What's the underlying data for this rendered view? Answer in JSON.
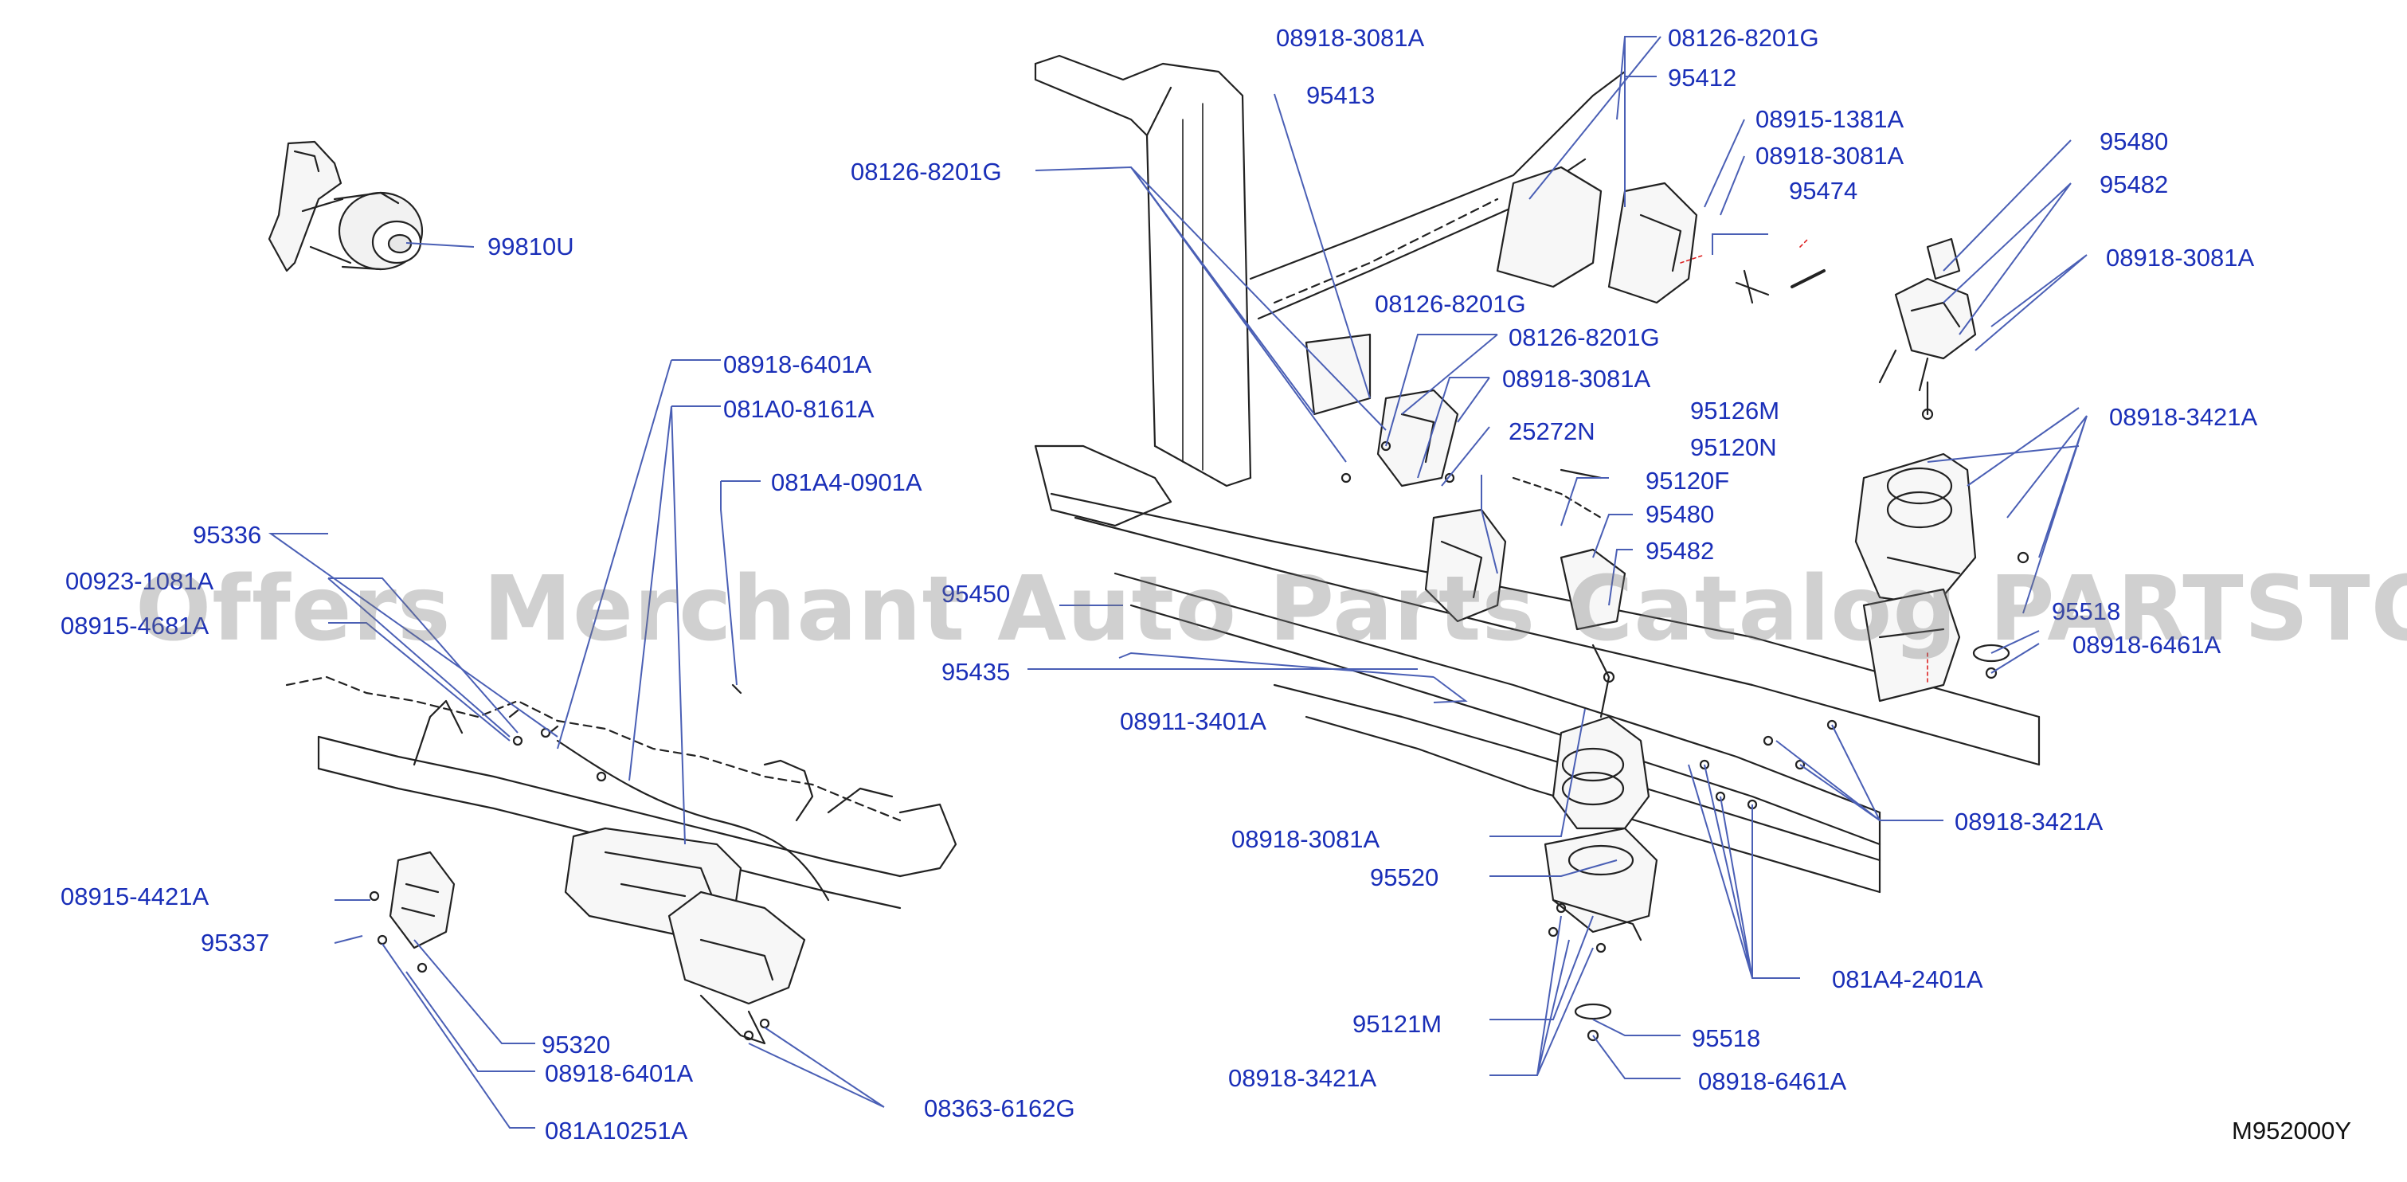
{
  "diagram_code": "M952000Y",
  "watermark": "Offers Merchant Auto Parts Catalog PARTSTORE.SA",
  "colors": {
    "label": "#1a2fb8",
    "leader": "#4a5fb5",
    "drawing": "#222222"
  },
  "labels": [
    {
      "id": "99810U",
      "text": "99810U"
    },
    {
      "id": "08918-6401A-top",
      "text": "08918-6401A"
    },
    {
      "id": "081A0-8161A",
      "text": "081A0-8161A"
    },
    {
      "id": "081A4-0901A",
      "text": "081A4-0901A"
    },
    {
      "id": "95336",
      "text": "95336"
    },
    {
      "id": "00923-1081A",
      "text": "00923-1081A"
    },
    {
      "id": "08915-4681A",
      "text": "08915-4681A"
    },
    {
      "id": "08915-4421A",
      "text": "08915-4421A"
    },
    {
      "id": "95337",
      "text": "95337"
    },
    {
      "id": "95320",
      "text": "95320"
    },
    {
      "id": "08918-6401A-bottom",
      "text": "08918-6401A"
    },
    {
      "id": "081A10251A",
      "text": "081A10251A"
    },
    {
      "id": "08363-6162G",
      "text": "08363-6162G"
    },
    {
      "id": "08918-3081A-top",
      "text": "08918-3081A"
    },
    {
      "id": "95413",
      "text": "95413"
    },
    {
      "id": "08126-8201G-left",
      "text": "08126-8201G"
    },
    {
      "id": "08126-8201G-top",
      "text": "08126-8201G"
    },
    {
      "id": "95412",
      "text": "95412"
    },
    {
      "id": "08915-1381A",
      "text": "08915-1381A"
    },
    {
      "id": "08918-3081A-mid",
      "text": "08918-3081A"
    },
    {
      "id": "95474",
      "text": "95474"
    },
    {
      "id": "08126-8201G-c1",
      "text": "08126-8201G"
    },
    {
      "id": "08126-8201G-c2",
      "text": "08126-8201G"
    },
    {
      "id": "08918-3081A-c",
      "text": "08918-3081A"
    },
    {
      "id": "25272N",
      "text": "25272N"
    },
    {
      "id": "95120F",
      "text": "95120F"
    },
    {
      "id": "95480-c",
      "text": "95480"
    },
    {
      "id": "95482-c",
      "text": "95482"
    },
    {
      "id": "95450",
      "text": "95450"
    },
    {
      "id": "95435",
      "text": "95435"
    },
    {
      "id": "08911-3401A",
      "text": "08911-3401A"
    },
    {
      "id": "95480-r",
      "text": "95480"
    },
    {
      "id": "95482-r",
      "text": "95482"
    },
    {
      "id": "08918-3081A-r",
      "text": "08918-3081A"
    },
    {
      "id": "95126M",
      "text": "95126M"
    },
    {
      "id": "95120N",
      "text": "95120N"
    },
    {
      "id": "08918-3421A-r",
      "text": "08918-3421A"
    },
    {
      "id": "95518-r",
      "text": "95518"
    },
    {
      "id": "08918-6461A-r",
      "text": "08918-6461A"
    },
    {
      "id": "08918-3421A-rm",
      "text": "08918-3421A"
    },
    {
      "id": "08918-3081A-b",
      "text": "08918-3081A"
    },
    {
      "id": "95520",
      "text": "95520"
    },
    {
      "id": "081A4-2401A",
      "text": "081A4-2401A"
    },
    {
      "id": "95121M",
      "text": "95121M"
    },
    {
      "id": "95518-b",
      "text": "95518"
    },
    {
      "id": "08918-3421A-b",
      "text": "08918-3421A"
    },
    {
      "id": "08918-6461A-b",
      "text": "08918-6461A"
    }
  ]
}
